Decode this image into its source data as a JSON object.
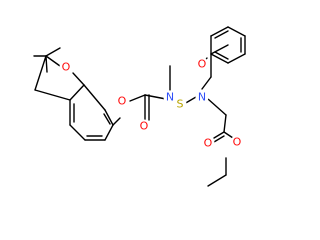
{
  "colors": {
    "bond": "#000000",
    "O": "#ff0d0d",
    "N": "#3050f8",
    "S": "#b8a400"
  },
  "atoms": {
    "o_ring": {
      "label": "O",
      "element": "O"
    },
    "o_ester_aryl": {
      "label": "O",
      "element": "O"
    },
    "o_carbamate_carbonyl": {
      "label": "O",
      "element": "O"
    },
    "n_methyl": {
      "label": "N",
      "element": "N"
    },
    "s_bridge": {
      "label": "S",
      "element": "S"
    },
    "n_benzoyl": {
      "label": "N",
      "element": "N"
    },
    "o_benzoyl": {
      "label": "O",
      "element": "O"
    },
    "o_ester_carbonyl": {
      "label": "O",
      "element": "O"
    },
    "o_ethoxy": {
      "label": "O",
      "element": "O"
    }
  }
}
